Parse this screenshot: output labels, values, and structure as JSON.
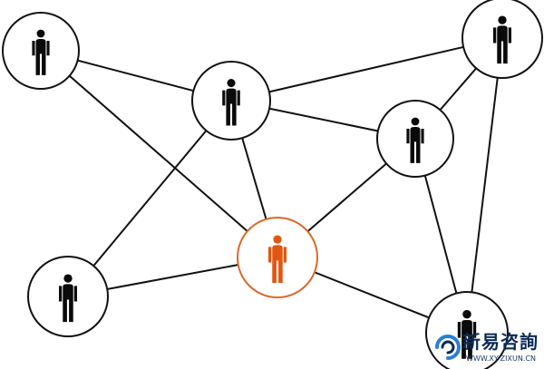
{
  "colors": {
    "background": "#ffffff",
    "line": "#111111",
    "person": "#0a0a0a",
    "highlight": "#e2560f",
    "highlight_ring": "#d9692a",
    "watermark": "#0b2b55",
    "watermark_accent": "#2b7fd0"
  },
  "nodes": [
    {
      "id": "top-left",
      "highlight": false
    },
    {
      "id": "center-upper",
      "highlight": false
    },
    {
      "id": "top-right",
      "highlight": false
    },
    {
      "id": "right-middle",
      "highlight": false
    },
    {
      "id": "center-orange",
      "highlight": true
    },
    {
      "id": "bottom-left",
      "highlight": false
    },
    {
      "id": "bottom-right",
      "highlight": false
    }
  ],
  "edges": [
    [
      "top-left",
      "center-upper"
    ],
    [
      "top-left",
      "center-orange"
    ],
    [
      "center-upper",
      "top-right"
    ],
    [
      "center-upper",
      "right-middle"
    ],
    [
      "center-upper",
      "center-orange"
    ],
    [
      "center-upper",
      "bottom-left"
    ],
    [
      "top-right",
      "right-middle"
    ],
    [
      "top-right",
      "bottom-right"
    ],
    [
      "right-middle",
      "center-orange"
    ],
    [
      "right-middle",
      "bottom-right"
    ],
    [
      "center-orange",
      "bottom-left"
    ],
    [
      "center-orange",
      "bottom-right"
    ]
  ],
  "watermark": {
    "title": "新易咨詢",
    "subtitle": "WWW.XY-ZIXUN.CN",
    "logo_icon": "swirl-logo-icon"
  }
}
